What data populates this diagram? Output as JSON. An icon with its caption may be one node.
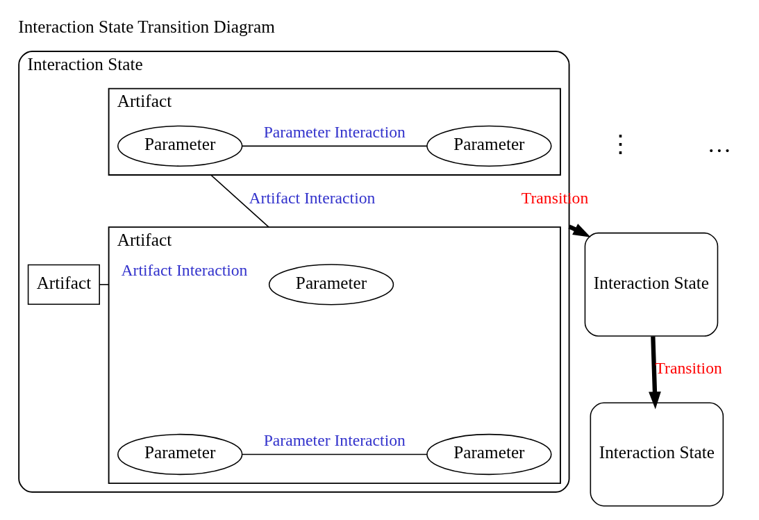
{
  "diagram": {
    "title": "Interaction State Transition Diagram",
    "nodes": [
      {
        "text": [
          "Interaction State"
        ]
      },
      {
        "text": [
          "Artifact"
        ],
        "in": 0
      },
      {
        "text": [
          "Parameter"
        ],
        "in": 1
      },
      {
        "text": [
          "Parameter"
        ],
        "in": 1
      },
      {
        "text": [
          "Artifact"
        ],
        "in": 0
      },
      {
        "text": [
          "Parameter"
        ],
        "in": 4
      },
      {
        "text": [
          "Parameter"
        ],
        "in": 4
      },
      {
        "text": [
          "Parameter"
        ],
        "in": 4
      },
      {
        "text": [
          "Artifact"
        ],
        "in": 0
      },
      {
        "text": [
          "Interaction State"
        ]
      },
      {
        "text": [
          "Interaction State"
        ]
      }
    ],
    "edges": [
      {
        "from": 2,
        "to": 3,
        "arrow": "none",
        "label": "Parameter Interaction"
      },
      {
        "from": 1,
        "to": 4,
        "arrow": "none",
        "label": "Artifact Interaction"
      },
      {
        "from": 6,
        "to": 7,
        "arrow": "none",
        "label": "Parameter Interaction"
      },
      {
        "from": 4,
        "to": 8,
        "arrow": "none",
        "label": "Artifact Interaction"
      },
      {
        "from": 0,
        "to": 9,
        "arrow": "to",
        "label": "Transition",
        "style": "thick"
      },
      {
        "from": 9,
        "to": 10,
        "arrow": "to",
        "label": "Transition",
        "style": "thick"
      }
    ],
    "labels": [
      "⋮",
      "…"
    ]
  }
}
